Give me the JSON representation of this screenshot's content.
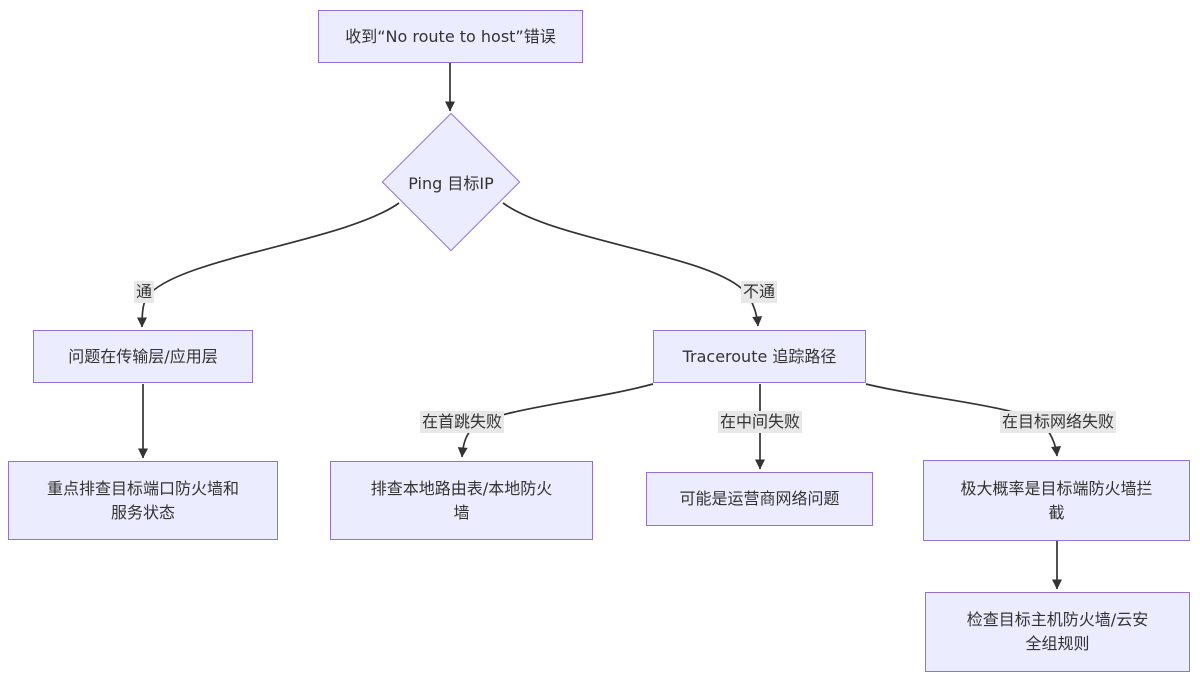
{
  "diagram": {
    "type": "flowchart",
    "direction": "top-down",
    "colors": {
      "node_fill": "#ECECFF",
      "node_border": "#9370DB",
      "edge_stroke": "#333333",
      "text": "#333333",
      "edge_label_bg": "#e8e8e8",
      "background": "#ffffff"
    },
    "nodes": [
      {
        "id": "A",
        "shape": "rect",
        "label": "收到“No route to host”错误"
      },
      {
        "id": "B",
        "shape": "diamond",
        "label": "Ping 目标IP"
      },
      {
        "id": "C",
        "shape": "rect",
        "label": "问题在传输层/应用层"
      },
      {
        "id": "D",
        "shape": "rect",
        "label": "Traceroute 追踪路径"
      },
      {
        "id": "E",
        "shape": "rect",
        "label": "重点排查目标端口防火墙和服务状态"
      },
      {
        "id": "F",
        "shape": "rect",
        "label": "排查本地路由表/本地防火墙"
      },
      {
        "id": "G",
        "shape": "rect",
        "label": "可能是运营商网络问题"
      },
      {
        "id": "H",
        "shape": "rect",
        "label": "极大概率是目标端防火墙拦截"
      },
      {
        "id": "I",
        "shape": "rect",
        "label": "检查目标主机防火墙/云安全组规则"
      }
    ],
    "edges": [
      {
        "from": "A",
        "to": "B",
        "label": ""
      },
      {
        "from": "B",
        "to": "C",
        "label": "通"
      },
      {
        "from": "B",
        "to": "D",
        "label": "不通"
      },
      {
        "from": "C",
        "to": "E",
        "label": ""
      },
      {
        "from": "D",
        "to": "F",
        "label": "在首跳失败"
      },
      {
        "from": "D",
        "to": "G",
        "label": "在中间失败"
      },
      {
        "from": "D",
        "to": "H",
        "label": "在目标网络失败"
      },
      {
        "from": "H",
        "to": "I",
        "label": ""
      }
    ]
  }
}
